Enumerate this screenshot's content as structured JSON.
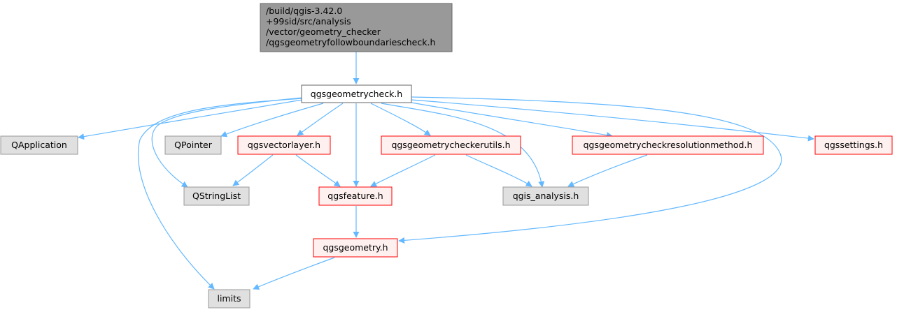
{
  "colors": {
    "edge": "#63b8ff",
    "root_fill": "#999999",
    "root_border": "#666666",
    "normal_fill": "#ffffff",
    "normal_border": "#666666",
    "external_fill": "#e0e0e0",
    "external_border": "#999999",
    "linked_fill": "#fff0f0",
    "linked_border": "#ff0000"
  },
  "nodes": {
    "root": {
      "lines": [
        "/build/qgis-3.42.0",
        "+99sid/src/analysis",
        "/vector/geometry_checker",
        "/qgsgeometryfollowboundariescheck.h"
      ]
    },
    "geometrycheck": {
      "label": "qgsgeometrycheck.h"
    },
    "qapplication": {
      "label": "QApplication"
    },
    "qpointer": {
      "label": "QPointer"
    },
    "vectorlayer": {
      "label": "qgsvectorlayer.h"
    },
    "checkerutils": {
      "label": "qgsgeometrycheckerutils.h"
    },
    "resolutionmethod": {
      "label": "qgsgeometrycheckresolutionmethod.h"
    },
    "settings": {
      "label": "qgssettings.h"
    },
    "qstringlist": {
      "label": "QStringList"
    },
    "feature": {
      "label": "qgsfeature.h"
    },
    "analysis": {
      "label": "qgis_analysis.h"
    },
    "geometry": {
      "label": "qgsgeometry.h"
    },
    "limits": {
      "label": "limits"
    }
  }
}
